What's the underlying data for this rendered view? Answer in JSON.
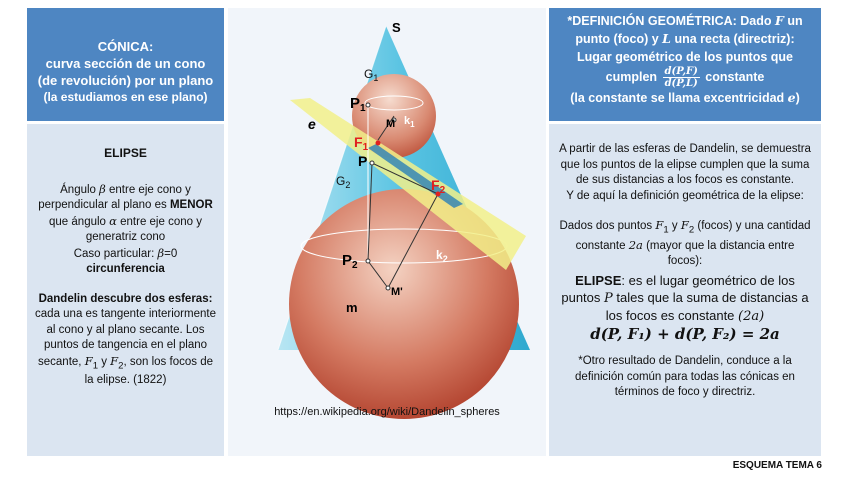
{
  "left_header": {
    "title": "CÓNICA:",
    "line2": "curva sección de un cono",
    "line3": "(de revolución) por un plano",
    "line4": "(la estudiamos en ese plano)"
  },
  "left_panel": {
    "title": "ELIPSE",
    "p1_a": "Ángulo",
    "p1_beta": "β",
    "p1_b": "entre eje cono y perpendicular al plano es",
    "p1_menor": "MENOR",
    "p1_c": "que ángulo",
    "p1_alpha": "α",
    "p1_d": "entre eje cono y generatriz  cono",
    "p2_a": "Caso particular:",
    "p2_beta": "β",
    "p2_b": "=0",
    "p2_c": "circunferencia",
    "p3_bold": "Dandelin descubre dos esferas:",
    "p3_a": "cada una es tangente interiormente al cono y al plano secante. Los puntos de tangencia en el plano secante,",
    "p3_f1": "F",
    "p3_f1sub": "1",
    "p3_y": "y",
    "p3_f2": "F",
    "p3_f2sub": "2",
    "p3_b": ", son los focos de la elipse.  (1822)"
  },
  "right_header": {
    "l1_a": "*DEFINICIÓN GEOMÉTRICA:  Dado",
    "l1_F": "F",
    "l1_b": "un",
    "l2_a": "punto (foco) y",
    "l2_L": "L",
    "l2_b": "una recta (directriz):",
    "l3": "Lugar geométrico de los puntos que",
    "l4_a": "cumplen",
    "frac_num": "d(P,F)",
    "frac_den": "d(P,L)",
    "l4_b": "constante",
    "l5_a": "(la constante se llama excentricidad",
    "l5_e": "e",
    "l5_b": ")"
  },
  "right_panel": {
    "p1": "A partir de las esferas de Dandelin, se demuestra que los puntos de la elipse cumplen que la suma de sus distancias a los focos es constante.",
    "p1b": "Y de aquí la definición geométrica de la elipse:",
    "p2_a": "Dados dos puntos",
    "p2_f1": "F",
    "p2_f1sub": "1",
    "p2_y": "y",
    "p2_f2": "F",
    "p2_f2sub": "2",
    "p2_b": "(focos) y una cantidad constante",
    "p2_2a": "2a",
    "p2_c": "(mayor que la distancia entre focos):",
    "elipse_bold": "ELIPSE",
    "elipse_a": ": es el lugar geométrico de los puntos",
    "elipse_P": "P",
    "elipse_b": "tales que la suma de distancias a los focos es constante",
    "elipse_2a": "(2a)",
    "formula": "d(P, F₁) + d(P, F₂) = 2a",
    "p3": "*Otro resultado de Dandelin, conduce a la definición común para todas las cónicas en términos de foco y directriz."
  },
  "diagram": {
    "label_S": "S",
    "label_G1": "G",
    "label_G1sub": "1",
    "label_G2": "G",
    "label_G2sub": "2",
    "label_P1": "P",
    "label_P1sub": "1",
    "label_P2": "P",
    "label_P2sub": "2",
    "label_P": "P",
    "label_M": "M",
    "label_Mp": "M'",
    "label_k1": "k",
    "label_k1sub": "1",
    "label_k2": "k",
    "label_k2sub": "2",
    "label_e": "e",
    "label_F1": "F",
    "label_F1sub": "1",
    "label_F2": "F",
    "label_F2sub": "2",
    "label_m": "m",
    "colors": {
      "cone": "#3eb6d8",
      "sphere": "#c85a44",
      "plane": "#f2f08a",
      "focus": "#e02020"
    }
  },
  "url": "https://en.wikipedia.org/wiki/Dandelin_spheres",
  "footer": "ESQUEMA TEMA 6"
}
